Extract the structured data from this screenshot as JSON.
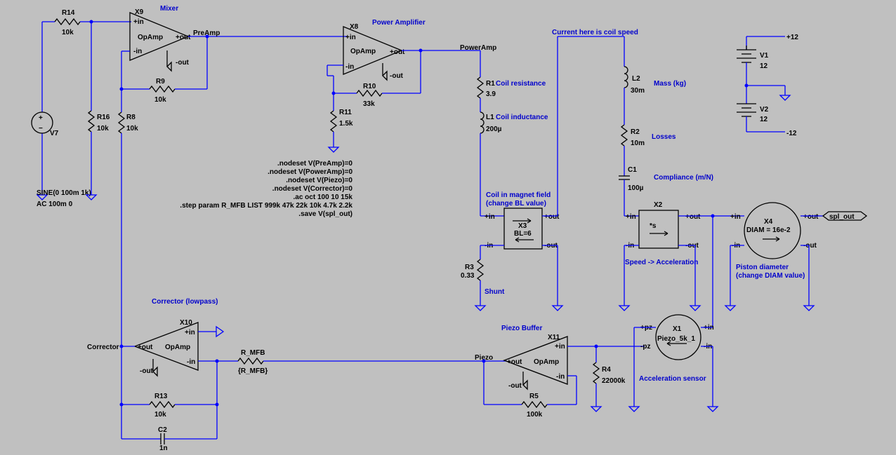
{
  "sheet": {
    "titles": {
      "mixer": "Mixer",
      "power_amp": "Power Amplifier",
      "coil_speed": "Current here is coil speed",
      "coil_resistance": "Coil resistance",
      "coil_inductance": "Coil inductance",
      "mass": "Mass (kg)",
      "losses": "Losses",
      "compliance": "Compliance (m/N)",
      "magnet_1": "Coil in magnet field",
      "magnet_2": "(change BL value)",
      "shunt": "Shunt",
      "speed_accel": "Speed -> Acceleration",
      "piston_1": "Piston diameter",
      "piston_2": "(change DIAM value)",
      "corrector": "Corrector (lowpass)",
      "piezo_buffer": "Piezo Buffer",
      "accel_sensor": "Acceleration sensor"
    },
    "directives": [
      ".nodeset V(PreAmp)=0",
      ".nodeset V(PowerAmp)=0",
      ".nodeset V(Piezo)=0",
      ".nodeset V(Corrector)=0",
      ".ac oct 100 10 15k",
      ".step param R_MFB LIST 999k 47k 22k 10k 4.7k 2.2k",
      ".save V(spl_out)"
    ],
    "nets": {
      "preamp": "PreAmp",
      "poweramp": "PowerAmp",
      "corrector": "Corrector",
      "piezo": "Piezo",
      "spl_out": "spl_out",
      "plus12": "+12",
      "minus12": "-12"
    },
    "pins": {
      "in_p": "+in",
      "in_n": "-in",
      "out_p": "+out",
      "out_n": "-out",
      "pz_p": "+pz",
      "pz_n": "-pz",
      "plus": "+",
      "minus": "−"
    },
    "parts": {
      "r14": {
        "ref": "R14",
        "val": "10k"
      },
      "r16": {
        "ref": "R16",
        "val": "10k"
      },
      "r8": {
        "ref": "R8",
        "val": "10k"
      },
      "r9": {
        "ref": "R9",
        "val": "10k"
      },
      "r10": {
        "ref": "R10",
        "val": "33k"
      },
      "r11": {
        "ref": "R11",
        "val": "1.5k"
      },
      "r1": {
        "ref": "R1",
        "val": "3.9"
      },
      "l1": {
        "ref": "L1",
        "val": "200µ"
      },
      "l2": {
        "ref": "L2",
        "val": "30m"
      },
      "r2": {
        "ref": "R2",
        "val": "10m"
      },
      "c1": {
        "ref": "C1",
        "val": "100µ"
      },
      "r3": {
        "ref": "R3",
        "val": "0.33"
      },
      "r4": {
        "ref": "R4",
        "val": "22000k"
      },
      "r5": {
        "ref": "R5",
        "val": "100k"
      },
      "r13": {
        "ref": "R13",
        "val": "10k"
      },
      "c2": {
        "ref": "C2",
        "val": "1n"
      },
      "rmfb": {
        "ref": "R_MFB",
        "val": "{R_MFB}"
      },
      "v1": {
        "ref": "V1",
        "val": "12"
      },
      "v2": {
        "ref": "V2",
        "val": "12"
      },
      "v7": {
        "ref": "V7",
        "val1": "SINE(0 100m 1k)",
        "val2": "AC 100m 0"
      },
      "x9": {
        "ref": "X9",
        "type": "OpAmp"
      },
      "x8": {
        "ref": "X8",
        "type": "OpAmp"
      },
      "x10": {
        "ref": "X10",
        "type": "OpAmp"
      },
      "x11": {
        "ref": "X11",
        "type": "OpAmp"
      },
      "x3": {
        "ref": "X3",
        "val": "BL=6"
      },
      "x2": {
        "ref": "X2",
        "val": "*s"
      },
      "x4": {
        "ref": "X4",
        "val": "DIAM = 16e-2"
      },
      "x1": {
        "ref": "X1",
        "val": "Piezo_5k_1"
      }
    }
  }
}
